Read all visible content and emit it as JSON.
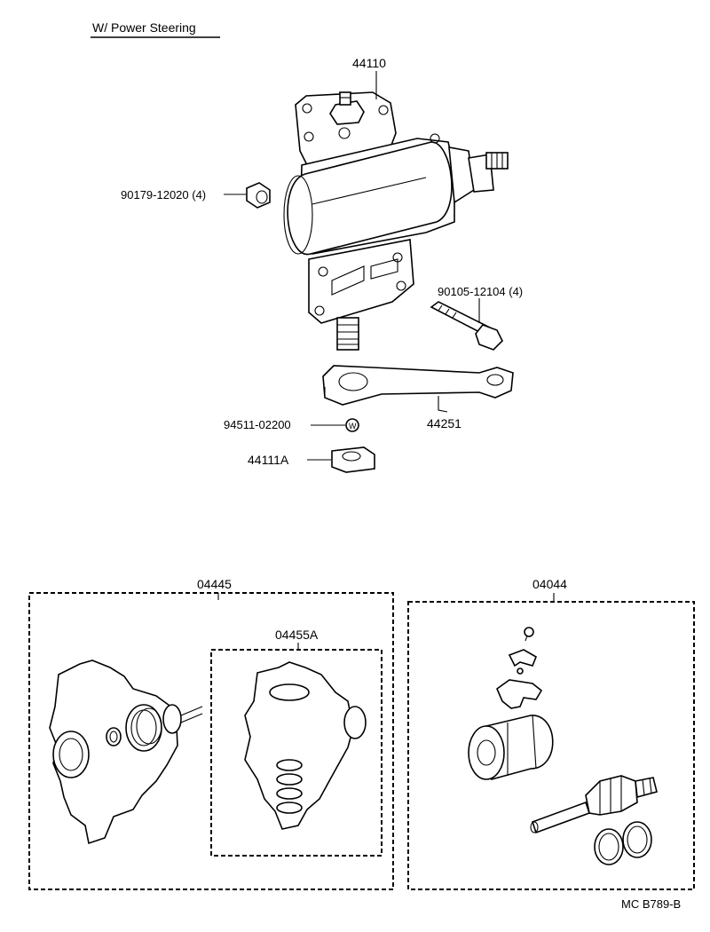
{
  "header": {
    "title": "W/ Power Steering"
  },
  "callouts": {
    "gear_box": "44110",
    "nut": "90179-12020 (4)",
    "bolt": "90105-12104 (4)",
    "pitman_arm": "44251",
    "washer": "94511-02200",
    "arm_nut": "44111A",
    "kit_a": "04445",
    "kit_a_sub": "04455A",
    "kit_b": "04044"
  },
  "washer_mark": "W",
  "footer": {
    "code": "MC  B789-B"
  }
}
